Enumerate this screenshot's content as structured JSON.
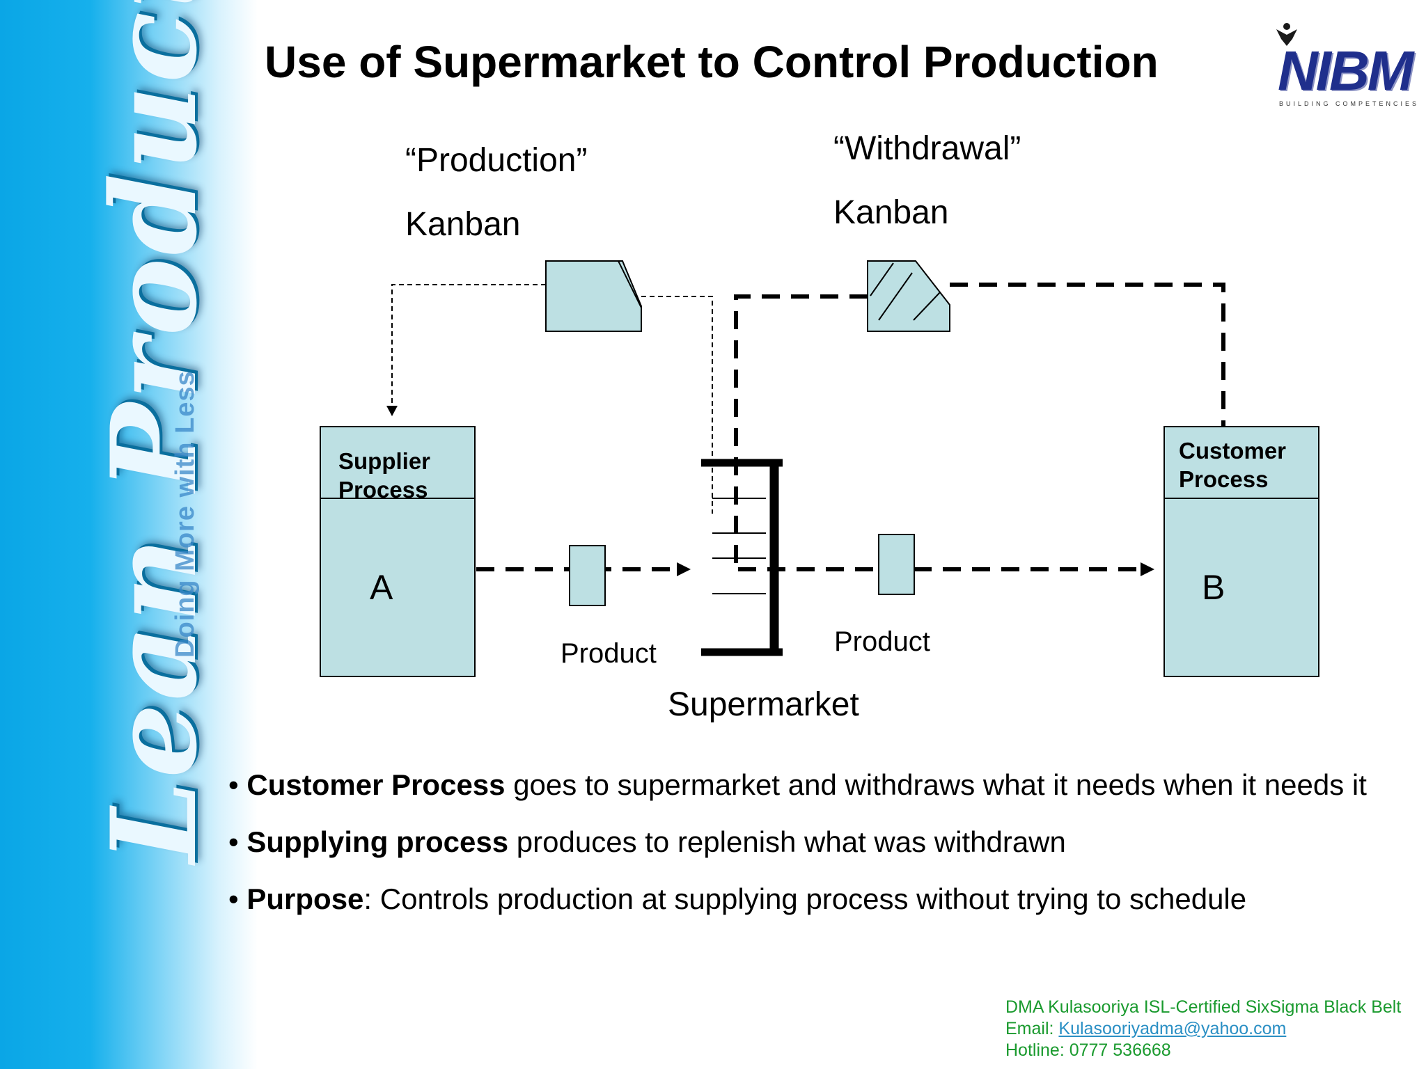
{
  "sidebar": {
    "title": "Lean Products",
    "tagline": "Doing More with Less"
  },
  "header": {
    "title": "Use of Supermarket to Control Production"
  },
  "logo": {
    "text": "NIBM",
    "tagline": "BUILDING COMPETENCIES"
  },
  "diagram": {
    "production_kanban": [
      "“Production”",
      "Kanban"
    ],
    "withdrawal_kanban": [
      "“Withdrawal”",
      "Kanban"
    ],
    "supplier_process": {
      "label_line1": "Supplier",
      "label_line2": "Process",
      "letter": "A"
    },
    "customer_process": {
      "label_line1": "Customer",
      "label_line2": "Process",
      "letter": "B"
    },
    "product_left": "Product",
    "product_right": "Product",
    "supermarket": "Supermarket",
    "colors": {
      "box_fill": "#bde0e3",
      "stroke": "#000000"
    }
  },
  "bullets": [
    {
      "bold": "Customer Process",
      "text": " goes to supermarket and withdraws what it needs when it needs it"
    },
    {
      "bold": "Supplying process",
      "text": " produces to replenish what was withdrawn"
    },
    {
      "bold": "Purpose",
      "text": ": Controls production at supplying process without trying to schedule"
    }
  ],
  "footer": {
    "line1": "DMA Kulasooriya ISL-Certified SixSigma Black Belt",
    "email_label": "Email: ",
    "email": "Kulasooriyadma@yahoo.com",
    "hotline": "Hotline: 0777 536668"
  },
  "colors": {
    "accent": "#0aa6e6",
    "footer": "#1a9a2e",
    "logo": "#1f2f8c"
  }
}
